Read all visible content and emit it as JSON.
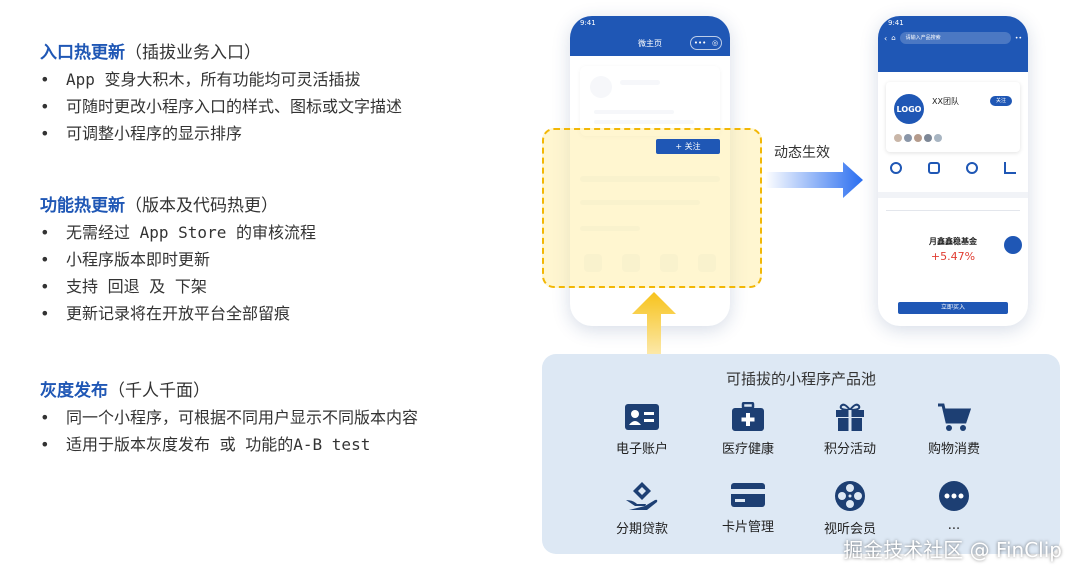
{
  "sections": [
    {
      "title": "入口热更新",
      "subtitle": "（插拔业务入口）",
      "bullets": [
        "App 变身大积木，所有功能均可灵活插拔",
        "可随时更改小程序入口的样式、图标或文字描述",
        "可调整小程序的显示排序"
      ]
    },
    {
      "title": "功能热更新",
      "subtitle": "（版本及代码热更）",
      "bullets": [
        "无需经过 App Store 的审核流程",
        "小程序版本即时更新",
        "支持 回退 及 下架",
        "更新记录将在开放平台全部留痕"
      ]
    },
    {
      "title": "灰度发布",
      "subtitle": "（千人千面）",
      "bullets": [
        "同一个小程序，可根据不同用户显示不同版本内容",
        "适用于版本灰度发布 或 功能的A-B test"
      ]
    }
  ],
  "bullet_symbol": "•",
  "phone_left": {
    "time": "9:41",
    "title": "微主页",
    "follow_label": "+ 关注"
  },
  "phone_right": {
    "time": "9:41",
    "search_placeholder": "请输入产品搜索",
    "logo": "LOGO",
    "team": "XX团队",
    "follow_label": "关注",
    "fund_name": "月鑫鑫稳基金",
    "rate": "+5.47%",
    "buy_label": "立即买入"
  },
  "arrow_label": "动态生效",
  "pool": {
    "title": "可插拔的小程序产品池",
    "items": [
      {
        "label": "电子账户",
        "icon": "id-card-icon"
      },
      {
        "label": "医疗健康",
        "icon": "medical-kit-icon"
      },
      {
        "label": "积分活动",
        "icon": "gift-icon"
      },
      {
        "label": "购物消费",
        "icon": "cart-icon"
      },
      {
        "label": "分期贷款",
        "icon": "loan-hand-icon"
      },
      {
        "label": "卡片管理",
        "icon": "credit-card-icon"
      },
      {
        "label": "视听会员",
        "icon": "film-reel-icon"
      },
      {
        "label": "...",
        "icon": "more-icon"
      }
    ]
  },
  "watermark": "掘金技术社区 @ FinClip",
  "colors": {
    "accent": "#1f57b5",
    "highlight": "#f2b705",
    "pool_bg": "#dde8f4",
    "icon": "#1d3f73",
    "rate": "#e03c31"
  }
}
